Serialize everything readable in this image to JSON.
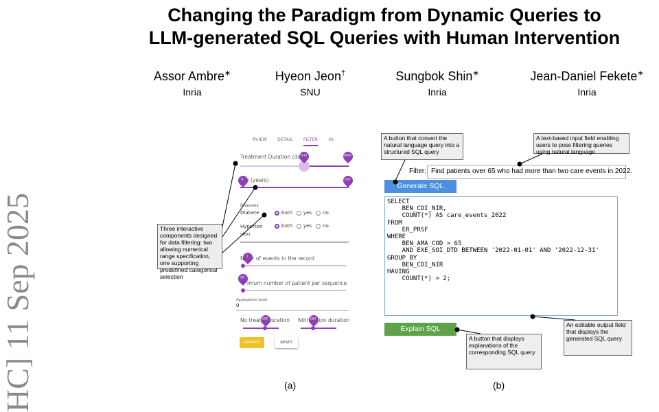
{
  "side_stamp": "HC]  11 Sep 2025",
  "title_lines": [
    "Changing the Paradigm from Dynamic Queries to",
    "LLM-generated SQL Queries with Human Intervention"
  ],
  "authors": [
    {
      "name": "Assor Ambre",
      "mark": "∗",
      "affiliation": "Inria"
    },
    {
      "name": "Hyeon Jeon",
      "mark": "†",
      "affiliation": "SNU"
    },
    {
      "name": "Sungbok Shin",
      "mark": "∗",
      "affiliation": "Inria"
    },
    {
      "name": "Jean-Daniel Fekete",
      "mark": "∗",
      "affiliation": "Inria"
    }
  ],
  "panel_a": {
    "tabs": [
      "RVIEW",
      "DETAIL",
      "FILTER",
      "HI:"
    ],
    "active_tab": "FILTER",
    "treatment_label": "Treatment Duration (days)",
    "treatment_values": [
      "1172",
      "2000"
    ],
    "age_label": "e (years)",
    "age_values": [
      "0",
      "120"
    ],
    "diseases_label": "Diseases",
    "disease_rows": [
      {
        "name": "Diabete",
        "options": [
          "both",
          "yes",
          "no"
        ],
        "selected": "both"
      },
      {
        "name": "Hyperten\nsion",
        "options": [
          "both",
          "yes",
          "no"
        ],
        "selected": "both"
      }
    ],
    "events_label": "N  ber of events in the record",
    "events_value": "1",
    "min_patients_label": "imum number of patient per sequence",
    "min_patients_value": "50",
    "aggregation_label": "Aggregation Level",
    "aggregation_value": "0",
    "no_treatment_label": "No treatm  duration",
    "no_treatment_value": "200",
    "no_intervention_label": "NInte  ption duration",
    "no_intervention_value": "180",
    "update_label": "UPDATE",
    "reset_label": "RESET",
    "callout": "Three interactive components designed for data filtering: two allowing numerical range specification, one supporting predefined categorical selection"
  },
  "panel_b": {
    "callout_convert": "A button that convert the natural language query into a structured SQL query",
    "callout_input": "A text-based input field enabling users to pose filtering queries using natural language",
    "filter_label": "Filter:",
    "filter_value": "Find patients over 65 who had more than two care events in 2022.",
    "generate_label": "Generate SQL",
    "sql_text": "SELECT\n    BEN_CDI_NIR,\n    COUNT(*) AS care_events_2022\nFROM\n    ER_PRSF\nWHERE\n    BEN_AMA_COD > 65\n    AND EXE_SOI_DTD BETWEEN '2022-01-01' AND '2022-12-31'\nGROUP BY\n    BEN_CDI_NIR\nHAVING\n    COUNT(*) > 2;",
    "explain_label": "Explain SQL",
    "callout_explain": "A button that displays explanations of the corresponding SQL query",
    "callout_output": "An editable output field that displays the generated SQL query"
  },
  "captions": [
    "(a)",
    "(b)"
  ]
}
